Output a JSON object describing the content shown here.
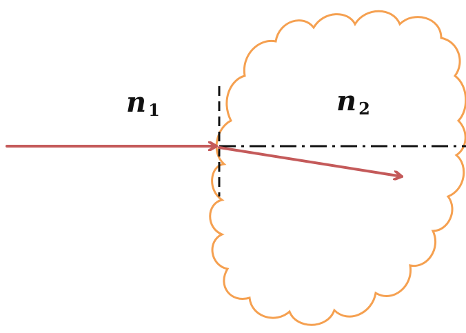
{
  "labels": {
    "medium_1": {
      "symbol": "n",
      "subscript": "1"
    },
    "medium_2": {
      "symbol": "n",
      "subscript": "2"
    }
  },
  "colors": {
    "ray": "#c45a5a",
    "cloud": "#f5a050",
    "axes": "#111111",
    "background": "#ffffff"
  }
}
